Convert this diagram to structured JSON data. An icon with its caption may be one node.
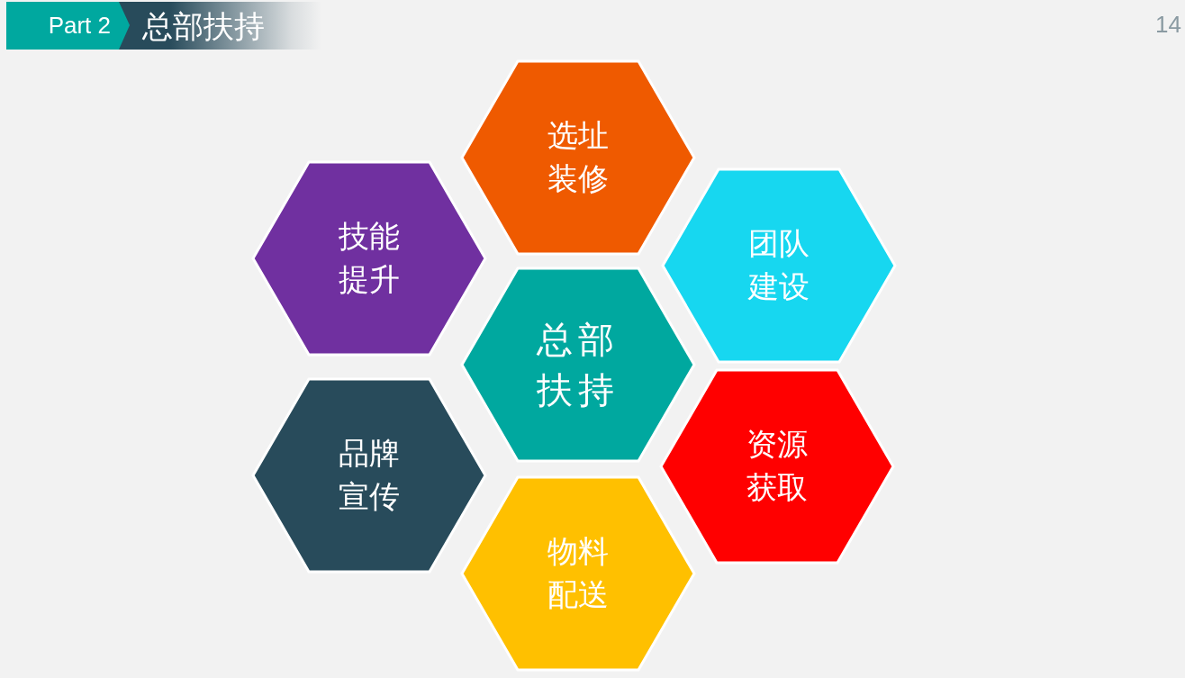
{
  "diagram": {
    "title": "总部扶持",
    "nodes": [
      {
        "text": [
          "选址装修"
        ]
      },
      {
        "text": [
          "技能提升"
        ]
      },
      {
        "text": [
          "团队建设"
        ]
      },
      {
        "text": [
          "总部扶持"
        ]
      },
      {
        "text": [
          "品牌宣传"
        ]
      },
      {
        "text": [
          "资源获取"
        ]
      },
      {
        "text": [
          "物料配送"
        ]
      }
    ],
    "labels": [
      "Part 2",
      "14"
    ]
  }
}
